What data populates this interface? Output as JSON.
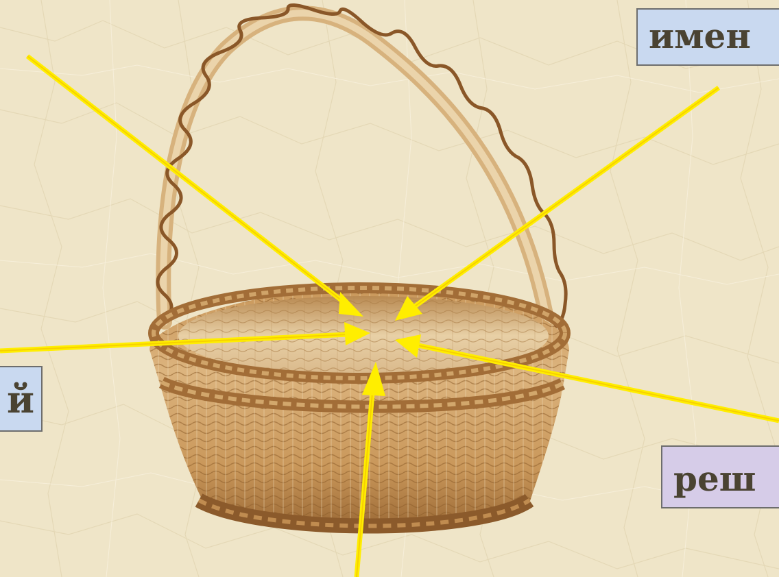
{
  "labels": {
    "top_right": "имен",
    "left": "й",
    "bottom_right": "реш"
  },
  "colors": {
    "background": "#efe5c8",
    "arrow": "#ffee00",
    "box_blue": "#c9d9f0",
    "box_lilac": "#d6cce8",
    "text": "#4a4332"
  },
  "icons": {
    "basket": "wicker-basket-image",
    "arrows": "yellow-arrow-icon"
  }
}
